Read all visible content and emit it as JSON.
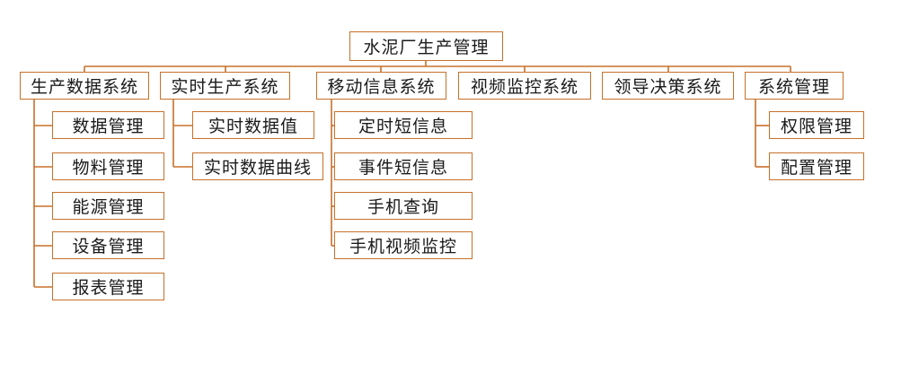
{
  "root": {
    "label": "水泥厂生产管理"
  },
  "systems": [
    {
      "label": "生产数据系统",
      "children": [
        "数据管理",
        "物料管理",
        "能源管理",
        "设备管理",
        "报表管理"
      ]
    },
    {
      "label": "实时生产系统",
      "children": [
        "实时数据值",
        "实时数据曲线"
      ]
    },
    {
      "label": "移动信息系统",
      "children": [
        "定时短信息",
        "事件短信息",
        "手机查询",
        "手机视频监控"
      ]
    },
    {
      "label": "视频监控系统",
      "children": []
    },
    {
      "label": "领导决策系统",
      "children": []
    },
    {
      "label": "系统管理",
      "children": [
        "权限管理",
        "配置管理"
      ]
    }
  ],
  "colors": {
    "line": "#c8702a",
    "box_border": "#c8702a",
    "text": "#1a1a1a"
  }
}
